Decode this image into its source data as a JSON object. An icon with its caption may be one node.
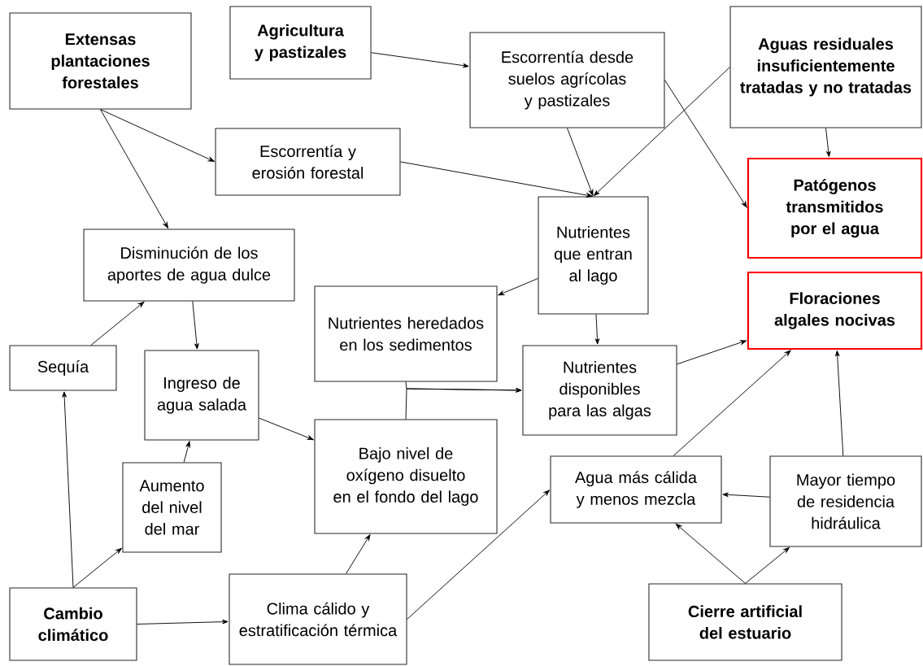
{
  "diagram": {
    "nodes": [
      {
        "text": [
          "Extensas plantaciones forestales"
        ]
      },
      {
        "text": [
          "Agricultura y pastizales"
        ]
      },
      {
        "text": [
          "Escorrentía desde suelos agrícolas y pastizales"
        ]
      },
      {
        "text": [
          "Aguas residuales insuficientemente tratadas y no tratadas"
        ]
      },
      {
        "text": [
          "Escorrentía y erosión forestal"
        ]
      },
      {
        "text": [
          "Patógenos transmitidos por el agua"
        ]
      },
      {
        "text": [
          "Disminución de los aportes de agua dulce"
        ]
      },
      {
        "text": [
          "Nutrientes que entran al lago"
        ]
      },
      {
        "text": [
          "Floraciones algales nocivas"
        ]
      },
      {
        "text": [
          "Nutrientes heredados en los sedimentos"
        ]
      },
      {
        "text": [
          "Sequía"
        ]
      },
      {
        "text": [
          "Ingreso de agua salada"
        ]
      },
      {
        "text": [
          "Nutrientes disponibles para las algas"
        ]
      },
      {
        "text": [
          "Aumento del nivel del mar"
        ]
      },
      {
        "text": [
          "Bajo nivel de oxígeno disuelto en el fondo del lago"
        ]
      },
      {
        "text": [
          "Agua más cálida y menos mezcla"
        ]
      },
      {
        "text": [
          "Mayor tiempo de residencia hidráulica"
        ]
      },
      {
        "text": [
          "Cambio climático"
        ]
      },
      {
        "text": [
          "Clima cálido y estratificación térmica"
        ]
      },
      {
        "text": [
          "Cierre artificial del estuario"
        ]
      }
    ],
    "edges": [
      {
        "from": 0,
        "to": 4,
        "arrow": "to"
      },
      {
        "from": 0,
        "to": 6,
        "arrow": "to"
      },
      {
        "from": 1,
        "to": 2,
        "arrow": "to"
      },
      {
        "from": 2,
        "to": 7,
        "arrow": "to"
      },
      {
        "from": 2,
        "to": 5,
        "arrow": "to"
      },
      {
        "from": 3,
        "to": 7,
        "arrow": "to"
      },
      {
        "from": 3,
        "to": 5,
        "arrow": "to"
      },
      {
        "from": 4,
        "to": 7,
        "arrow": "to"
      },
      {
        "from": 7,
        "to": 9,
        "arrow": "to"
      },
      {
        "from": 7,
        "to": 12,
        "arrow": "to"
      },
      {
        "from": 12,
        "to": 8,
        "arrow": "to"
      },
      {
        "from": 9,
        "to": 12,
        "arrow": "to"
      },
      {
        "from": 14,
        "to": 12,
        "arrow": "to"
      },
      {
        "from": 6,
        "to": 11,
        "arrow": "to"
      },
      {
        "from": 10,
        "to": 6,
        "arrow": "to"
      },
      {
        "from": 17,
        "to": 10,
        "arrow": "to"
      },
      {
        "from": 17,
        "to": 13,
        "arrow": "to"
      },
      {
        "from": 13,
        "to": 11,
        "arrow": "to"
      },
      {
        "from": 11,
        "to": 14,
        "arrow": "to"
      },
      {
        "from": 17,
        "to": 18,
        "arrow": "to"
      },
      {
        "from": 18,
        "to": 14,
        "arrow": "to"
      },
      {
        "from": 18,
        "to": 15,
        "arrow": "to"
      },
      {
        "from": 16,
        "to": 15,
        "arrow": "to"
      },
      {
        "from": 15,
        "to": 8,
        "arrow": "to"
      },
      {
        "from": 16,
        "to": 8,
        "arrow": "to"
      },
      {
        "from": 19,
        "to": 15,
        "arrow": "to"
      },
      {
        "from": 19,
        "to": 16,
        "arrow": "to"
      }
    ]
  }
}
